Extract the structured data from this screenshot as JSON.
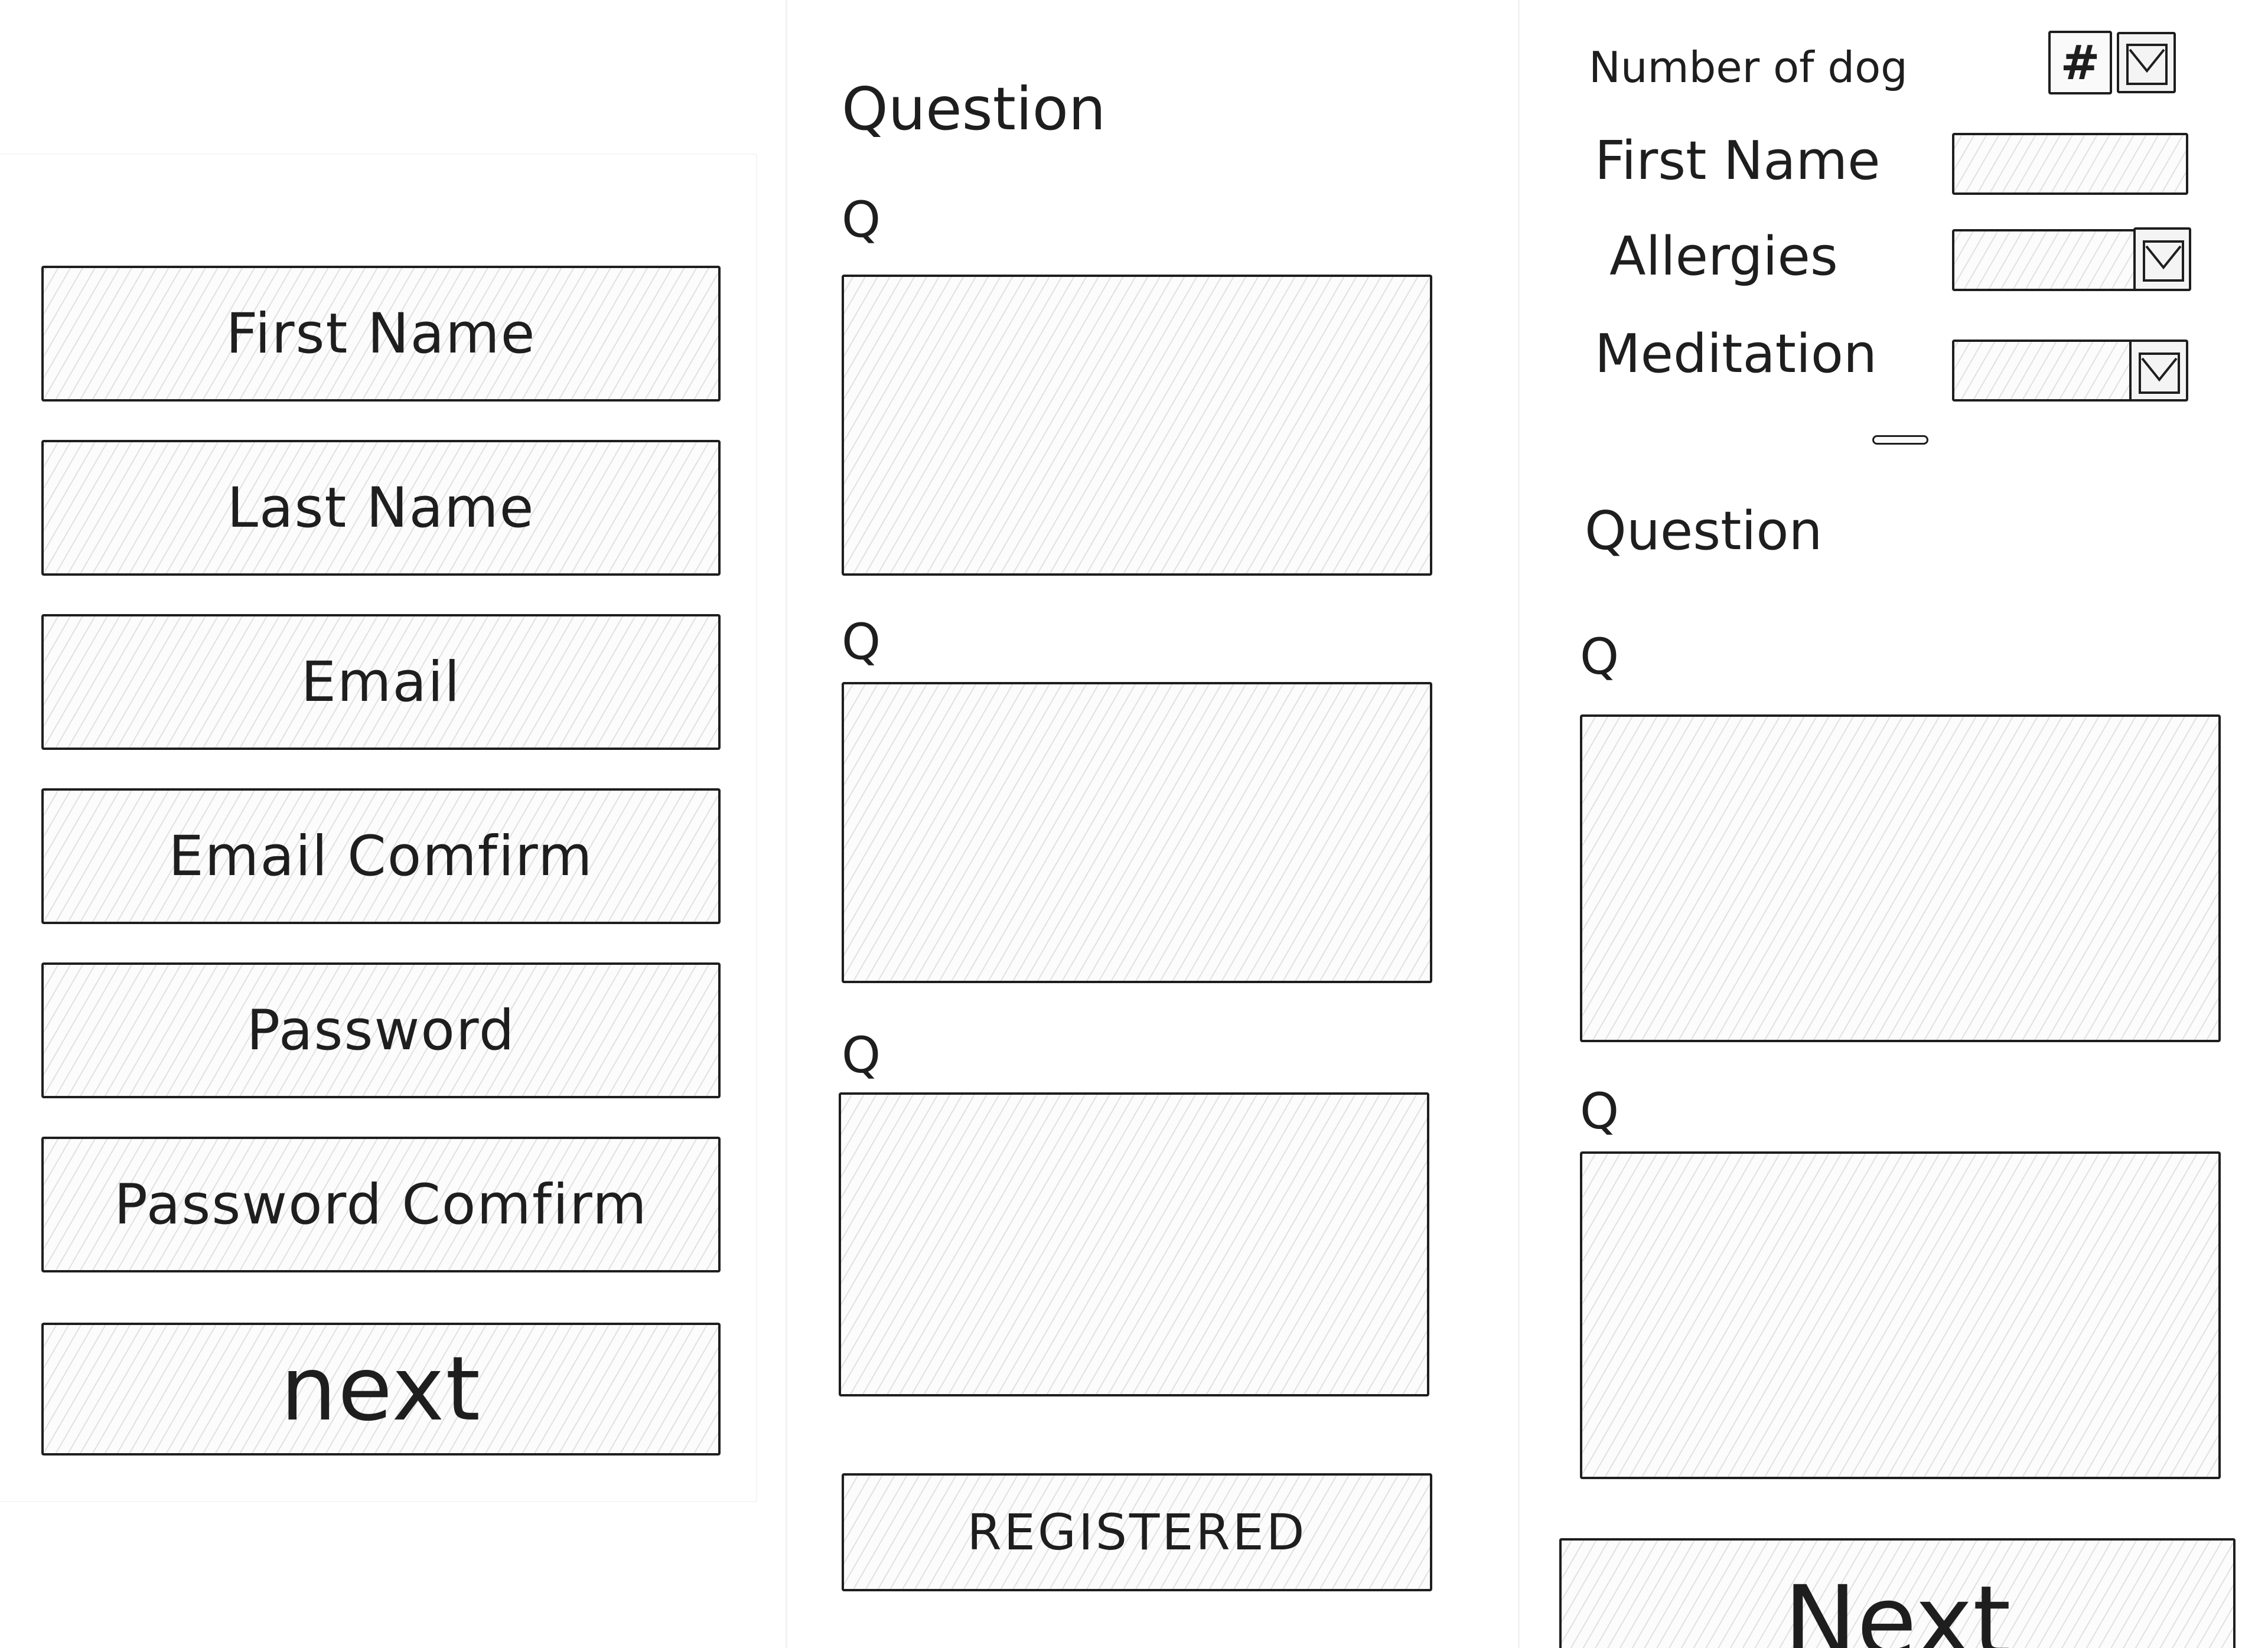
{
  "registration": {
    "fields": [
      {
        "label": "First Name"
      },
      {
        "label": "Last Name"
      },
      {
        "label": "Email"
      },
      {
        "label": "Email Comfirm"
      },
      {
        "label": "Password"
      },
      {
        "label": "Password Comfirm"
      }
    ],
    "next_label": "next"
  },
  "questions_panel": {
    "title": "Question",
    "question_prefix": "Q",
    "register_label": "REGISTERED"
  },
  "dog_panel": {
    "number_of_dog_label": "Number of dog",
    "number_symbol": "#",
    "first_name_label": "First Name",
    "allergies_label": "Allergies",
    "medication_label": "Meditation",
    "question_title": "Question",
    "question_prefix": "Q",
    "next_label": "Next"
  },
  "colors": {
    "stroke": "#1e1e1e",
    "fill": "#fcfcfc",
    "hatch": "#d6d6d6"
  },
  "icons": {
    "dropdown": "chevron-down-icon",
    "number": "hash-icon"
  }
}
